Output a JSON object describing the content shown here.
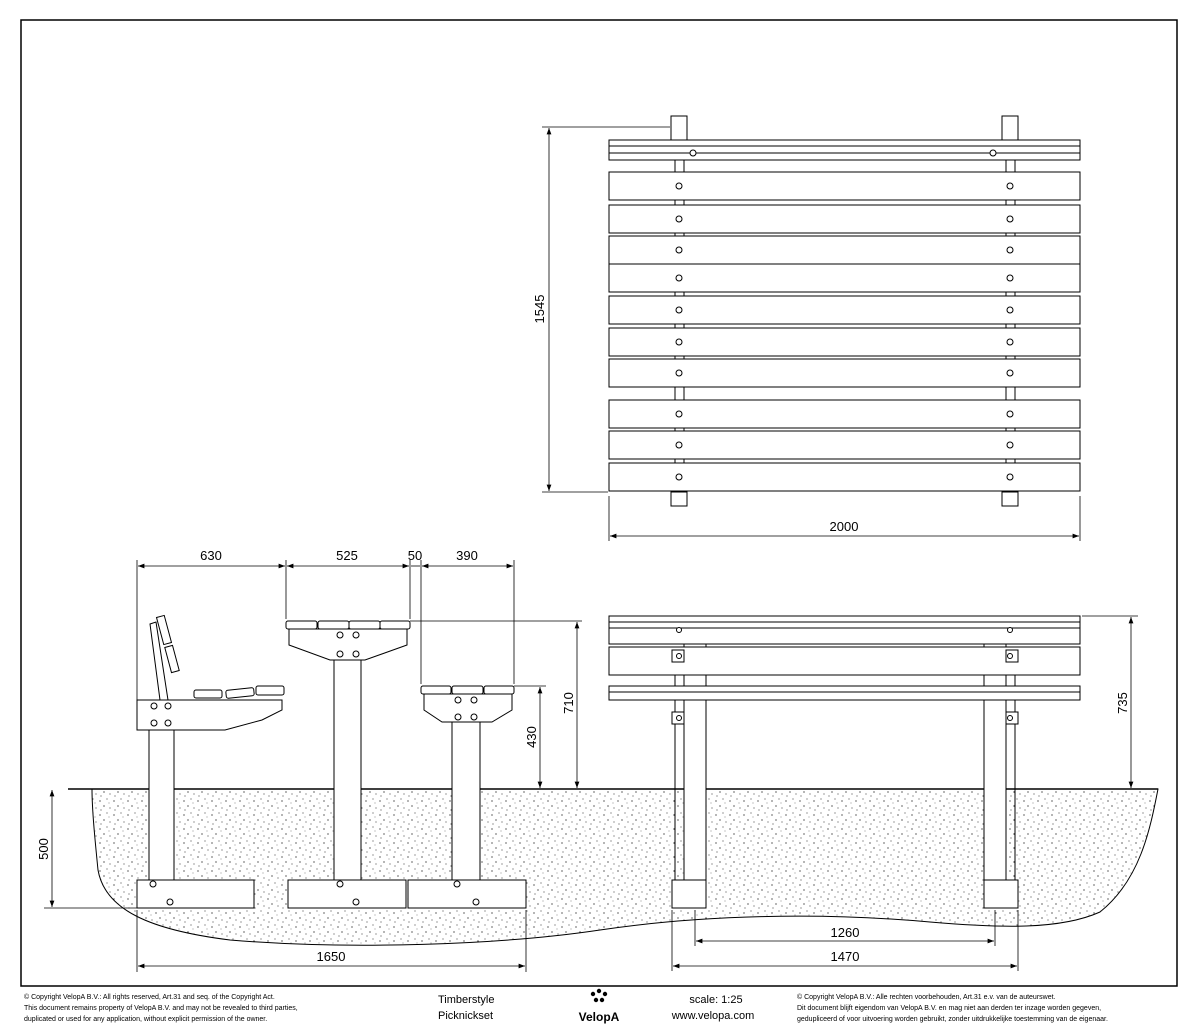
{
  "title_block": {
    "product_line": "Timberstyle",
    "product_name": "Picknickset",
    "scale": "scale: 1:25",
    "website": "www.velopa.com",
    "brand": "VelopA",
    "copyright_en": [
      "© Copyright VelopA B.V.: All rights reserved, Art.31 and seq. of the Copyright Act.",
      "This document remains property of VelopA B.V. and may not be revealed to third parties,",
      "duplicated or used for any application, without explicit permission of the owner."
    ],
    "copyright_nl": [
      "© Copyright VelopA B.V.: Alle rechten voorbehouden, Art.31 e.v. van de auteurswet.",
      "Dit document blijft eigendom van VelopA B.V. en mag niet aan derden ter inzage worden gegeven,",
      "gedupliceerd of voor uitvoering worden gebruikt, zonder uitdrukkelijke toestemming van de eigenaar."
    ]
  },
  "dimensions": {
    "top_view_depth": "1545",
    "top_view_width": "2000",
    "bench_depth": "630",
    "table_half": "525",
    "gap": "50",
    "seat_depth": "390",
    "table_height": "710",
    "seat_height": "430",
    "front_height": "735",
    "foundation_depth": "500",
    "foundation_length": "1650",
    "post_inner": "1260",
    "post_outer": "1470"
  },
  "colors": {
    "line": "#000000",
    "background": "#ffffff"
  }
}
